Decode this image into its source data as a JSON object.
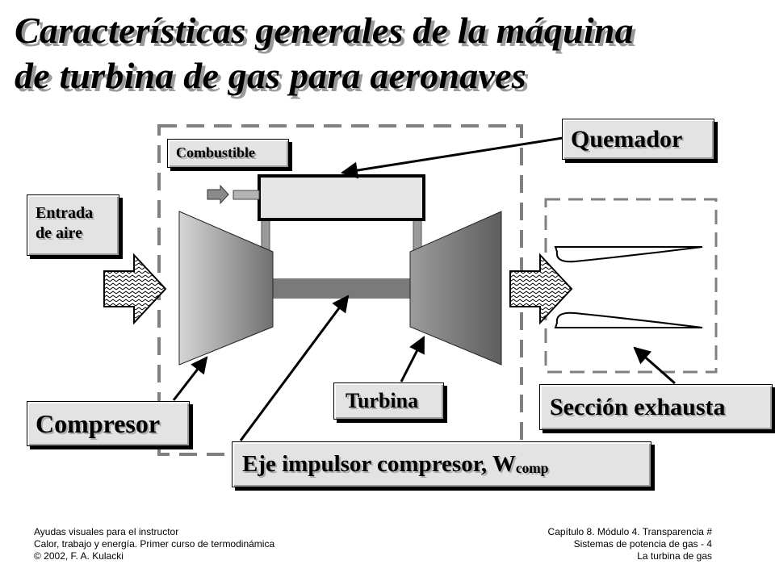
{
  "title": {
    "line1": "Características generales de la máquina",
    "line2": "de turbina de gas para aeronaves"
  },
  "labels": {
    "quemador": "Quemador",
    "combustible": "Combustible",
    "entrada_line1": "Entrada",
    "entrada_line2": "de aire",
    "compresor": "Compresor",
    "turbina": "Turbina",
    "seccion_exhausta": "Sección exhausta",
    "eje_main": "Eje impulsor compresor, W",
    "eje_sub": "comp"
  },
  "footer": {
    "left": [
      "Ayudas visuales para el instructor",
      "Calor, trabajo y energía. Primer curso de termodinámica",
      "© 2002, F. A. Kulacki"
    ],
    "right": [
      "Capítulo 8. Módulo 4. Transparencia  #",
      "Sistemas de potencia de gas - 4",
      "La turbina de gas"
    ]
  },
  "colors": {
    "label_fill": "#e3e3e3",
    "shaft": "#7a7a7a",
    "dashed_border": "#808080"
  }
}
